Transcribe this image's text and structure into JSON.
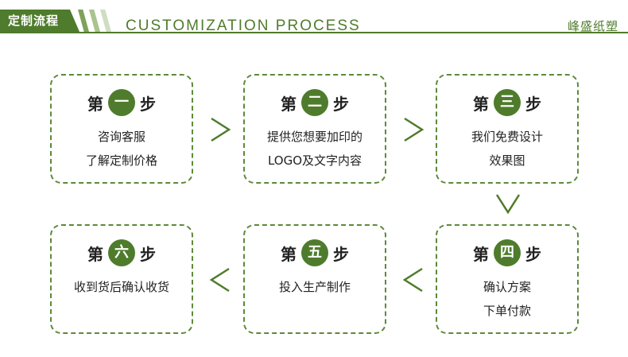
{
  "header": {
    "title": "定制流程",
    "subtitle": "CUSTOMIZATION PROCESS",
    "brand": "峰盛纸塑"
  },
  "colors": {
    "accent": "#4f7c2c",
    "border": "#5d8a38"
  },
  "steps": [
    {
      "prefix": "第",
      "num": "一",
      "suffix": "步",
      "lines": [
        "咨询客服",
        "了解定制价格"
      ]
    },
    {
      "prefix": "第",
      "num": "二",
      "suffix": "步",
      "lines": [
        "提供您想要加印的",
        "LOGO及文字内容"
      ]
    },
    {
      "prefix": "第",
      "num": "三",
      "suffix": "步",
      "lines": [
        "我们免费设计",
        "效果图"
      ]
    },
    {
      "prefix": "第",
      "num": "四",
      "suffix": "步",
      "lines": [
        "确认方案",
        "下单付款"
      ]
    },
    {
      "prefix": "第",
      "num": "五",
      "suffix": "步",
      "lines": [
        "投入生产制作"
      ]
    },
    {
      "prefix": "第",
      "num": "六",
      "suffix": "步",
      "lines": [
        "收到货后确认收货"
      ]
    }
  ],
  "arrows": [
    "chevron-right-icon",
    "chevron-right-icon",
    "chevron-down-icon",
    "chevron-left-icon",
    "chevron-left-icon"
  ]
}
